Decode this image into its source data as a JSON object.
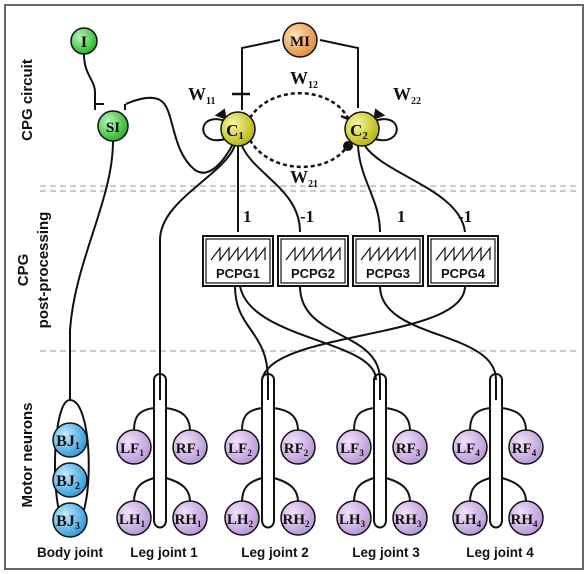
{
  "sections": {
    "cpg_circuit": "CPG circuit",
    "post_processing_line1": "CPG",
    "post_processing_line2": "post-processing",
    "motor_neurons": "Motor neurons"
  },
  "nodes": {
    "input": "I",
    "modulation": "MI",
    "sensory": "SI",
    "c1_main": "C",
    "c1_sub": "1",
    "c2_main": "C",
    "c2_sub": "2"
  },
  "weights": {
    "w11_main": "W",
    "w11_sub": "11",
    "w12_main": "W",
    "w12_sub": "12",
    "w21_main": "W",
    "w21_sub": "21",
    "w22_main": "W",
    "w22_sub": "22"
  },
  "multipliers": [
    "1",
    "-1",
    "1",
    "-1"
  ],
  "pcpg_boxes": [
    {
      "label": "PCPG1"
    },
    {
      "label": "PCPG2"
    },
    {
      "label": "PCPG3"
    },
    {
      "label": "PCPG4"
    }
  ],
  "body_joints": [
    {
      "main": "BJ",
      "sub": "1"
    },
    {
      "main": "BJ",
      "sub": "2"
    },
    {
      "main": "BJ",
      "sub": "3"
    }
  ],
  "legs": [
    {
      "lf": "LF",
      "rf": "RF",
      "lh": "LH",
      "rh": "RH",
      "sub": "1"
    },
    {
      "lf": "LF",
      "rf": "RF",
      "lh": "LH",
      "rh": "RH",
      "sub": "2"
    },
    {
      "lf": "LF",
      "rf": "RF",
      "lh": "LH",
      "rh": "RH",
      "sub": "3"
    },
    {
      "lf": "LF",
      "rf": "RF",
      "lh": "LH",
      "rh": "RH",
      "sub": "4"
    }
  ],
  "bottom_labels": {
    "body": "Body joint",
    "leg1": "Leg joint 1",
    "leg2": "Leg joint 2",
    "leg3": "Leg joint 3",
    "leg4": "Leg joint 4"
  },
  "colors": {
    "input_node": "#3cc83c",
    "sensory_node": "#3cc83c",
    "modulation_node": "#f0a050",
    "cpg_node": "#c8c81e",
    "body_joint_node": "#3ca8e0",
    "leg_node": "#c8a8e0"
  }
}
